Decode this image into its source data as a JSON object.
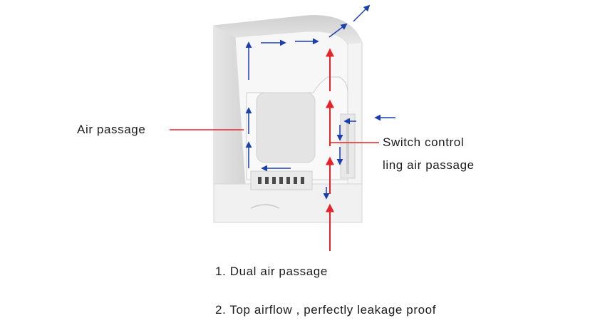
{
  "labels": {
    "air_passage": "Air passage",
    "switch_control_line1": "Switch control",
    "switch_control_line2": "ling air passage"
  },
  "notes": [
    "1. Dual air passage",
    "2. Top airflow , perfectly leakage proof"
  ],
  "colors": {
    "red_arrow": "#e8222a",
    "blue_arrow": "#1a3fb0",
    "device_body": "#f2f2f2",
    "device_shade": "#d9d9d9"
  }
}
